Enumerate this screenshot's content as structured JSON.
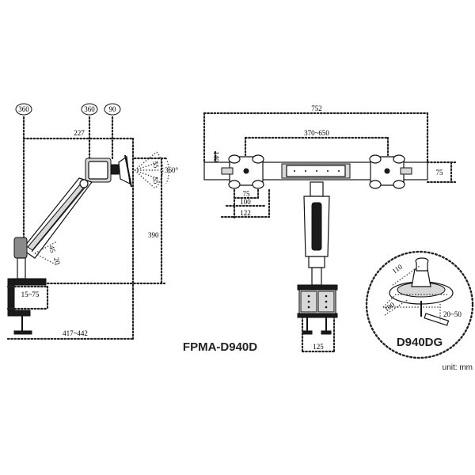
{
  "rotation_badges": [
    "360",
    "360",
    "90"
  ],
  "left_dims": {
    "top_width": "227",
    "tilt_up": "55",
    "tilt_down": "55",
    "swivel": "360°",
    "height": "390",
    "arm_a": "45",
    "arm_b": "20",
    "clamp_range": "15~75",
    "base_reach": "417~442"
  },
  "right_dims": {
    "overall_width": "752",
    "vesa_spacing": "370~650",
    "vesa_side": "140~162",
    "bar_height": "75",
    "vesa_75": "75",
    "vesa_100": "100",
    "vesa_122": "122",
    "clamp_width": "125"
  },
  "inset": {
    "dim_a": "110",
    "dim_b": "100",
    "dim_c": "20~50",
    "label": "D940DG"
  },
  "model_label": "FPMA-D940D",
  "unit_note": "unit: mm",
  "colors": {
    "ink": "#111111",
    "gray": "#8a8a8a",
    "light": "#d8d8d8"
  }
}
